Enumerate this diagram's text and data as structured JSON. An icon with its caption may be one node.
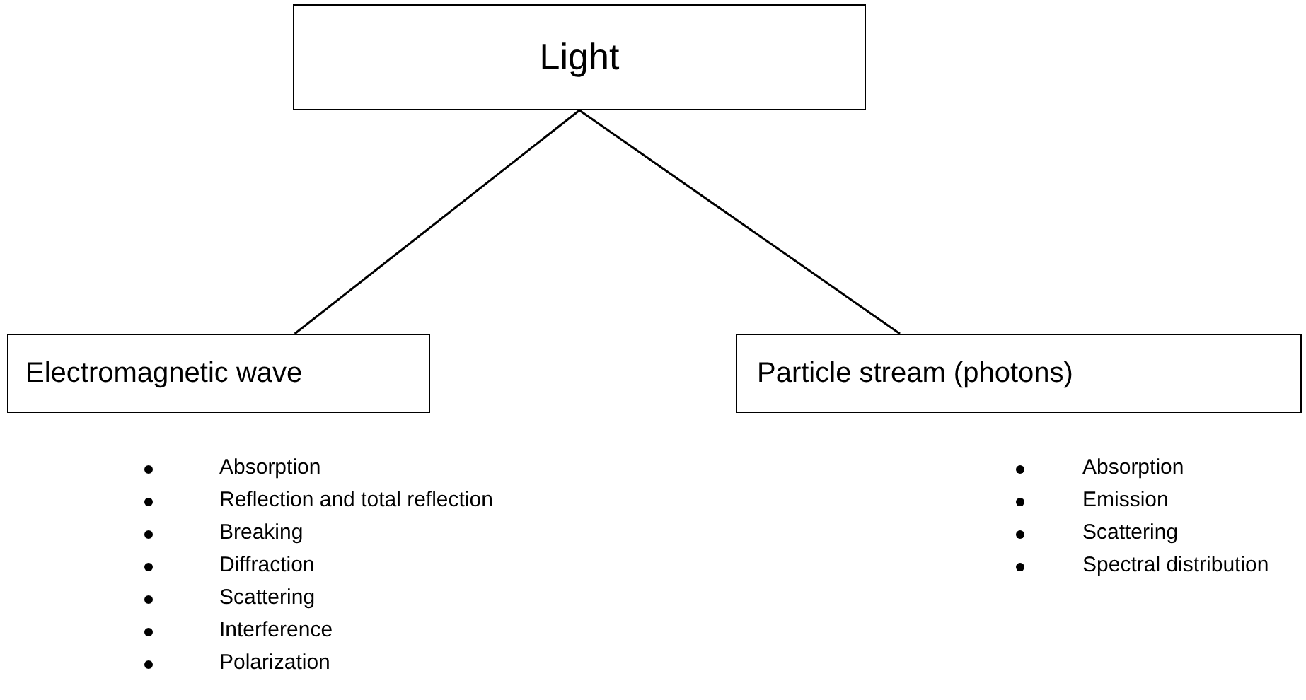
{
  "diagram": {
    "nodes": [
      {
        "text": [
          "Light"
        ]
      },
      {
        "text": [
          "Electromagnetic wave"
        ],
        "beside": [
          "Absorption",
          "Reflection and total reflection",
          "Breaking",
          "Diffraction",
          "Scattering",
          "Interference",
          "Polarization"
        ]
      },
      {
        "text": [
          "Particle stream (photons)"
        ],
        "beside": [
          "Absorption",
          "Emission",
          "Scattering",
          "Spectral distribution"
        ]
      }
    ],
    "edges": [
      {
        "from": 0,
        "to": 1,
        "arrow": "none"
      },
      {
        "from": 0,
        "to": 2,
        "arrow": "none"
      }
    ]
  }
}
